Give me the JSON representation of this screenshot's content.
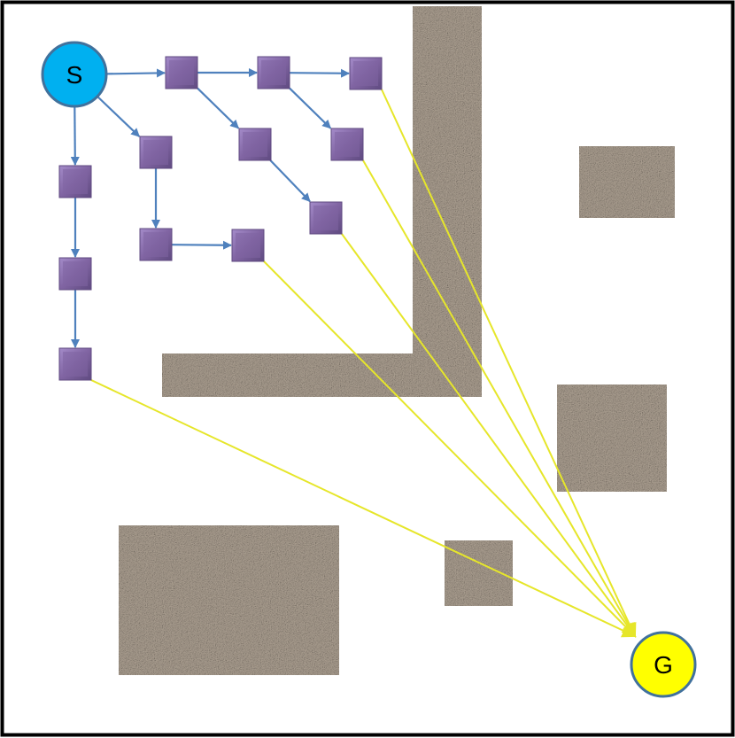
{
  "start_node": {
    "label": "S",
    "color": "#00B0F0"
  },
  "goal_node": {
    "label": "G",
    "color": "#FFFF00"
  },
  "colors": {
    "node_fill": "#8064A2",
    "tree_edge": "#4F81BD",
    "goal_edge": "#E6E62A",
    "obstacle": "#A89C8E",
    "frame": "#000000"
  },
  "obstacles": [
    {
      "name": "l-wall-vertical"
    },
    {
      "name": "l-wall-horizontal"
    },
    {
      "name": "block-top-right"
    },
    {
      "name": "block-middle-right"
    },
    {
      "name": "block-small-center"
    },
    {
      "name": "block-bottom-left"
    }
  ],
  "tree_nodes": [
    {
      "id": "n1"
    },
    {
      "id": "n2"
    },
    {
      "id": "n3"
    },
    {
      "id": "n4"
    },
    {
      "id": "n5"
    },
    {
      "id": "n6"
    },
    {
      "id": "n7"
    },
    {
      "id": "n8"
    },
    {
      "id": "n9"
    },
    {
      "id": "n10"
    },
    {
      "id": "n11"
    },
    {
      "id": "n12"
    },
    {
      "id": "n13"
    }
  ],
  "tree_edges": [
    [
      "S",
      "n1"
    ],
    [
      "n1",
      "n2"
    ],
    [
      "n2",
      "n3"
    ],
    [
      "S",
      "n4"
    ],
    [
      "n4",
      "n5"
    ],
    [
      "n5",
      "n6"
    ],
    [
      "S",
      "n7"
    ],
    [
      "n7",
      "n8"
    ],
    [
      "n8",
      "n9"
    ],
    [
      "n1",
      "n10"
    ],
    [
      "n10",
      "n11"
    ],
    [
      "n2",
      "n12"
    ],
    [
      "n3",
      "n13"
    ]
  ],
  "goal_edges": [
    "n3",
    "n13",
    "n11",
    "n9",
    "n6"
  ]
}
